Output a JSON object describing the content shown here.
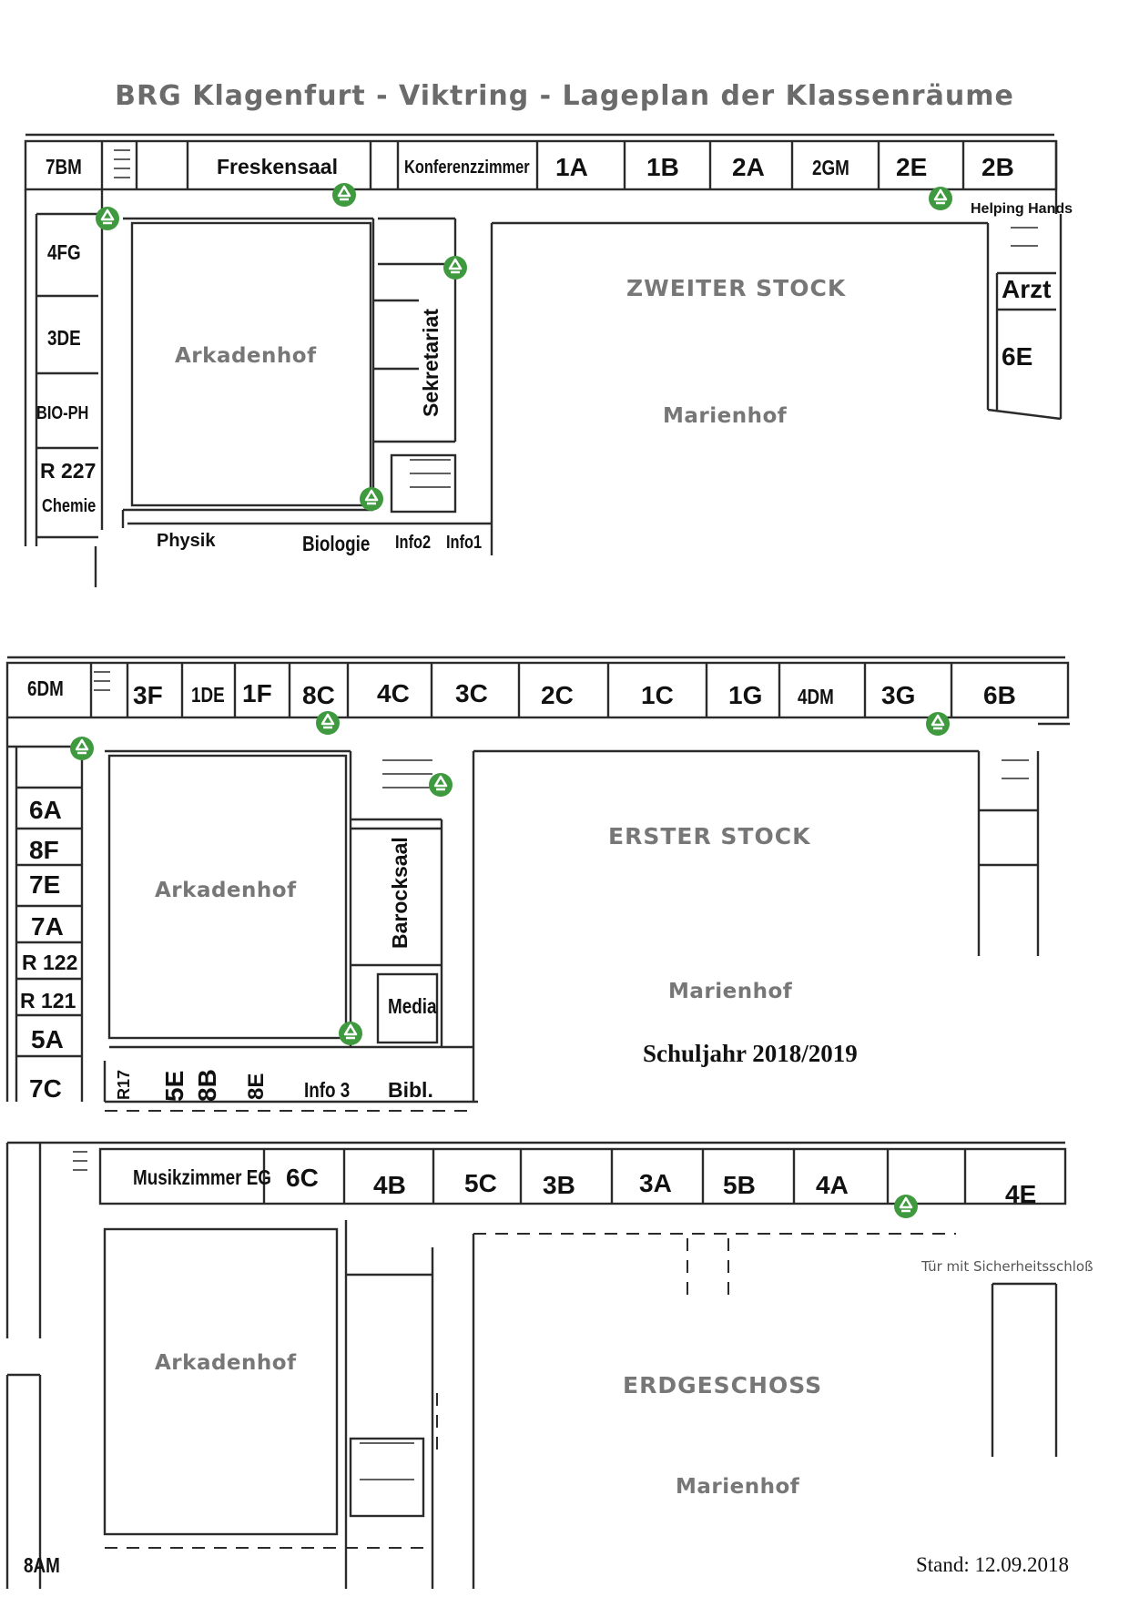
{
  "title": "BRG  Klagenfurt - Viktring  -  Lageplan der Klassenräume",
  "recycle_icon": {
    "name": "recycle-icon",
    "color": "#3f9a3f"
  },
  "floors": {
    "second": {
      "name": "ZWEITER STOCK",
      "courtyard": "Arkadenhof",
      "yard": "Marienhof",
      "rooms_top": [
        "7BM",
        "Freskensaal",
        "Konferenzzimmer",
        "1A",
        "1B",
        "2A",
        "2GM",
        "2E",
        "2B"
      ],
      "rooms_left": [
        "4FG",
        "3DE",
        "BIO-PH",
        "R 227",
        "Chemie"
      ],
      "rooms_bottom": [
        "Physik",
        "Biologie",
        "Info2",
        "Info1"
      ],
      "rooms_right": [
        "Helping Hands",
        "Arzt",
        "6E"
      ],
      "office": "Sekretariat"
    },
    "first": {
      "name": "ERSTER STOCK",
      "courtyard": "Arkadenhof",
      "yard": "Marienhof",
      "rooms_top": [
        "6DM",
        "3F",
        "1DE",
        "1F",
        "8C",
        "4C",
        "3C",
        "2C",
        "1C",
        "1G",
        "4DM",
        "3G",
        "6B"
      ],
      "rooms_left": [
        "6A",
        "8F",
        "7E",
        "7A",
        "R 122",
        "R 121",
        "5A",
        "7C"
      ],
      "rooms_bottom": [
        "R17",
        "5E",
        "8B",
        "8E",
        "Info 3",
        "Bibl."
      ],
      "hall": "Barocksaal",
      "media": "Media"
    },
    "ground": {
      "name": "ERDGESCHOSS",
      "courtyard": "Arkadenhof",
      "yard": "Marienhof",
      "rooms_top": [
        "Musikzimmer EG",
        "6C",
        "4B",
        "5C",
        "3B",
        "3A",
        "5B",
        "4A",
        "4E"
      ],
      "rooms_left": [
        "8AM"
      ],
      "door_note": "Tür mit Sicherheitsschloß"
    }
  },
  "school_year": "Schuljahr 2018/2019",
  "stand": "Stand: 12.09.2018"
}
